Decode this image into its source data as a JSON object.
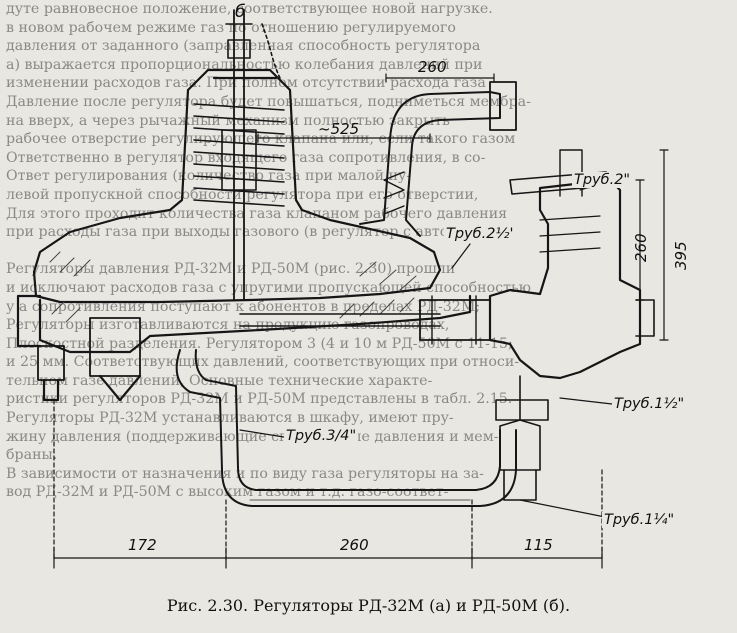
{
  "label_b": "б",
  "dimensions": {
    "overall_525": "~525",
    "pipe_width_260_top": "260",
    "height_260": "260",
    "height_395": "395",
    "left_172": "172",
    "bottom_260": "260",
    "bottom_115": "115"
  },
  "callouts": {
    "pipe_2": "Труб.2\"",
    "pipe_2_half": "Труб.2½'",
    "pipe_1_half": "Труб.1½\"",
    "pipe_3_4": "Труб.3/4\"",
    "pipe_1_quarter": "Труб.1¼\""
  },
  "caption": {
    "text": "Рис. 2.30. Регуляторы РД-32М (а) и РД-50М (б)."
  },
  "background_text": {
    "lines": [
      "дуте равновесное положение, соответствующее новой нагрузке.",
      "в новом рабочем режиме газ по отношению регулируемого",
      "давления от заданного (заправленная способность регулятора",
      "а) выражается пропорциональностью колебания давлений при",
      "изменении расходов газа. При полном отсутствии расхода газа",
      "Давление после регулятора будет повышаться, подниметься мембра-",
      "на вверх, а через рычажный механизм полностью закрыть",
      "рабочее отверстие регулирующего клапана или, если такого газом",
      "Ответственно в регулятор входящего газа сопротивления, в со-",
      "Ответ регулирования (количество газа при малой ну-",
      "левой пропускной способности регулятора при его отверстии,",
      "Для этого проходит количества газа клапаном рабочего давления",
      "при расходы газа при выходы газового (в регулятор с автором).",
      "",
      "Регуляторы давления РД-32М и РД-50М (рис. 2.30) прошли",
      "и исключают расходов газа с упругими пропускающей способностью",
      "у а сопротивления поступают к абонентов в пределах РД-32М;",
      "Регуляторы изготавливаются на продукцию газопроводах,",
      "Плоскостной разделения. Регулятором 3 (4 и 10 м РД-50М с 11-15;",
      "и 25 мм. Соответствующих давлений, соответствующих при относи-",
      "тельном газе давлений, Основные технические характе-",
      "ристики регуляторов РД-32М и РД-50М представлены в табл. 2.15.",
      "Регуляторы РД-32М устанавливаются в шкафу, имеют пру-",
      "жину давления (поддерживающие специальные давления и мем-",
      "браны.",
      "В зависимости от назначения и по виду газа регуляторы на за-",
      "вод РД-32М и РД-50М с высоким газом и т.д. газо-соответ-"
    ]
  }
}
